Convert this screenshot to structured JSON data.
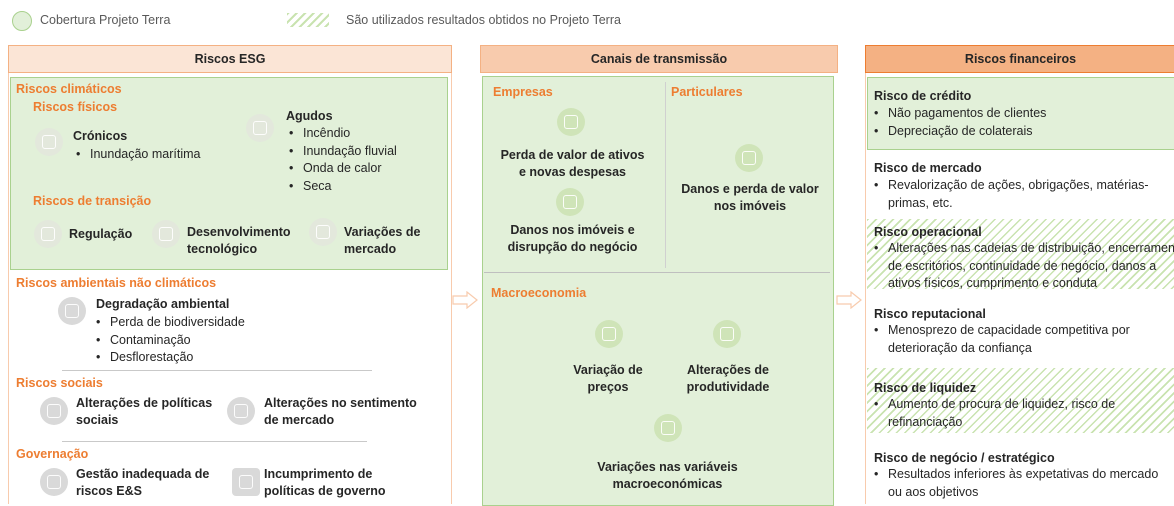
{
  "legend": {
    "coverage": "Cobertura Projeto Terra",
    "results": "São utilizados resultados obtidos no Projeto Terra"
  },
  "colors": {
    "green_fill": "#e2f0d9",
    "green_border": "#a9d18e",
    "orange": "#ed7d31",
    "header1": "#fbe5d6",
    "header2": "#f8cbad",
    "header3": "#f4b183"
  },
  "esg": {
    "header": "Riscos ESG",
    "climaticos": "Riscos climáticos",
    "fisicos": "Riscos físicos",
    "cronicos": {
      "title": "Crónicos",
      "items": [
        "Inundação marítima"
      ]
    },
    "agudos": {
      "title": "Agudos",
      "items": [
        "Incêndio",
        "Inundação fluvial",
        "Onda de calor",
        "Seca"
      ]
    },
    "transicao": "Riscos de transição",
    "regulacao": "Regulação",
    "desenvolvimento": [
      "Desenvolvimento",
      "tecnológico"
    ],
    "variacoes_mercado": [
      "Variações de",
      "mercado"
    ],
    "ambientais": "Riscos ambientais não climáticos",
    "degradacao": {
      "title": "Degradação ambiental",
      "items": [
        "Perda de biodiversidade",
        "Contaminação",
        "Desflorestação"
      ]
    },
    "sociais": "Riscos sociais",
    "politicas_sociais": [
      "Alterações de políticas",
      "sociais"
    ],
    "sentimento": [
      "Alterações no sentimento",
      "de mercado"
    ],
    "governacao": "Governação",
    "gestao": [
      "Gestão inadequada de",
      "riscos E&S"
    ],
    "incumprimento": [
      "Incumprimento de",
      "políticas de governo"
    ]
  },
  "canais": {
    "header": "Canais de transmissão",
    "empresas": "Empresas",
    "particulares": "Particulares",
    "perda_valor": [
      "Perda de valor de ativos",
      "e novas despesas"
    ],
    "danos_imoveis": [
      "Danos nos imóveis e",
      "disrupção do negócio"
    ],
    "danos_perda": [
      "Danos e perda de valor",
      "nos imóveis"
    ],
    "macro": "Macroeconomia",
    "variacao_precos": [
      "Variação de",
      "preços"
    ],
    "produtividade": [
      "Alterações de",
      "produtividade"
    ],
    "variaveis": [
      "Variações nas variáveis",
      "macroeconómicas"
    ]
  },
  "financeiros": {
    "header": "Riscos financeiros",
    "credito": {
      "title": "Risco de crédito",
      "items": [
        "Não pagamentos de clientes",
        "Depreciação de colaterais"
      ]
    },
    "mercado": {
      "title": "Risco de mercado",
      "lines": [
        "Revalorização de ações, obrigações, matérias-",
        "primas, etc."
      ]
    },
    "operacional": {
      "title": "Risco operacional",
      "lines": [
        "Alterações nas cadeias de distribuição, encerramento",
        "de escritórios, continuidade de negócio, danos a",
        "ativos físicos, cumprimento e conduta"
      ]
    },
    "reputacional": {
      "title": "Risco reputacional",
      "lines": [
        "Menosprezo de capacidade competitiva por",
        "deterioração da confiança"
      ]
    },
    "liquidez": {
      "title": "Risco de liquidez",
      "lines": [
        "Aumento de procura de liquidez, risco de",
        "refinanciação"
      ]
    },
    "negocio": {
      "title": "Risco de negócio / estratégico",
      "lines": [
        "Resultados inferiores às expetativas do mercado",
        "ou aos objetivos"
      ]
    }
  }
}
